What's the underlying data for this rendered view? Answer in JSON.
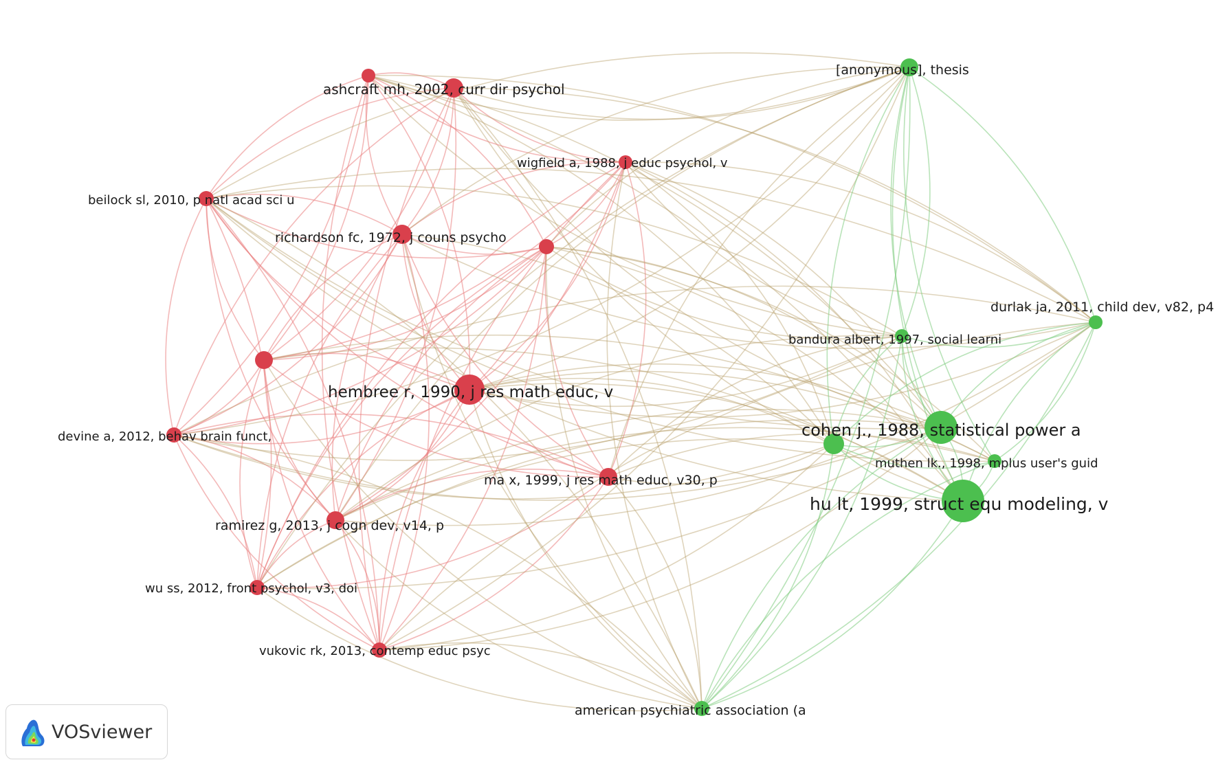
{
  "app_name": "VOSviewer",
  "colors": {
    "cluster_1": "#d9404c",
    "cluster_2": "#4cbf4f"
  },
  "nodes": [
    {
      "id": "ashcraft",
      "label": "ashcraft mh, 2002, curr dir psychol",
      "cluster": 1,
      "weight": 3
    },
    {
      "id": "ashcraft-small",
      "label": "",
      "cluster": 1,
      "weight": 2
    },
    {
      "id": "wigfield",
      "label": "wigfield a, 1988, j educ psychol, v",
      "cluster": 1,
      "weight": 2
    },
    {
      "id": "beilock",
      "label": "beilock sl, 2010, p natl acad sci u",
      "cluster": 1,
      "weight": 2
    },
    {
      "id": "richardson",
      "label": "richardson fc, 1972, j couns psycho",
      "cluster": 1,
      "weight": 3
    },
    {
      "id": "unlabeled-1",
      "label": "",
      "cluster": 1,
      "weight": 2
    },
    {
      "id": "unlabeled-2",
      "label": "",
      "cluster": 1,
      "weight": 3
    },
    {
      "id": "hembree",
      "label": "hembree r, 1990, j res math educ, v",
      "cluster": 1,
      "weight": 5
    },
    {
      "id": "devine",
      "label": "devine a, 2012, behav brain funct,",
      "cluster": 1,
      "weight": 2
    },
    {
      "id": "ma",
      "label": "ma x, 1999, j res math educ, v30, p",
      "cluster": 1,
      "weight": 3
    },
    {
      "id": "ramirez",
      "label": "ramirez g, 2013, j cogn dev, v14, p",
      "cluster": 1,
      "weight": 3
    },
    {
      "id": "wu",
      "label": "wu ss, 2012, front psychol, v3, doi",
      "cluster": 1,
      "weight": 2
    },
    {
      "id": "vukovic",
      "label": "vukovic rk, 2013, contemp educ psyc",
      "cluster": 1,
      "weight": 2
    },
    {
      "id": "anonymous",
      "label": "[anonymous], thesis",
      "cluster": 2,
      "weight": 3
    },
    {
      "id": "durlak",
      "label": "durlak ja, 2011, child dev, v82, p4",
      "cluster": 2,
      "weight": 2
    },
    {
      "id": "bandura",
      "label": "bandura albert, 1997, social learni",
      "cluster": 2,
      "weight": 2
    },
    {
      "id": "cohen-node",
      "label": "",
      "cluster": 2,
      "weight": 3
    },
    {
      "id": "cohen",
      "label": "cohen j., 1988, statistical power a",
      "cluster": 2,
      "weight": 6
    },
    {
      "id": "muthen",
      "label": "muthen lk., 1998, mplus user's guid",
      "cluster": 2,
      "weight": 2
    },
    {
      "id": "hu",
      "label": "hu lt, 1999, struct equ modeling, v",
      "cluster": 2,
      "weight": 8
    },
    {
      "id": "apa",
      "label": "american psychiatric association (a",
      "cluster": 2,
      "weight": 2
    }
  ]
}
